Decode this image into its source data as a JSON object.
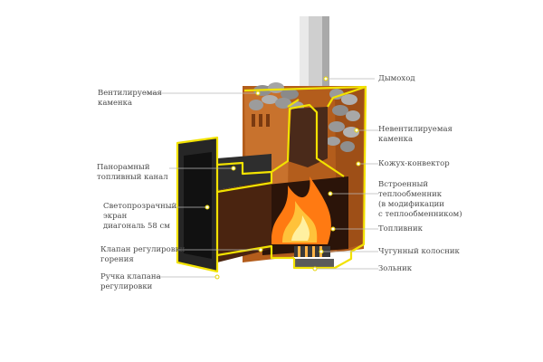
{
  "colors": {
    "outline": "#f2e200",
    "body_steel": "#b5611e",
    "dark_steel": "#3a3a3a",
    "glass_frame": "#222222",
    "flame": "#ff8c1a",
    "stones": "#9a9a9a",
    "chimney": "#c9c9c9"
  },
  "labels": {
    "ventilated_stove": "Вентилируемая\nкаменка",
    "panoramic_channel": "Панорамный\nтопливный канал",
    "glass_screen": "Светопрозрачный\nэкран\nдиагональ 58 см",
    "burn_valve": "Клапан регулировки\nгорения",
    "valve_handle": "Ручка клапана\nрегулировки",
    "chimney": "Дымоход",
    "non_ventilated_stove": "Невентилируемая\nкаменка",
    "convector_casing": "Кожух-конвектор",
    "heat_exchanger": "Встроенный\nтеплообменник\n(в модификации\nс теплообменником)",
    "firebox": "Топливник",
    "grate": "Чугунный колосник",
    "ash_pan": "Зольник"
  }
}
